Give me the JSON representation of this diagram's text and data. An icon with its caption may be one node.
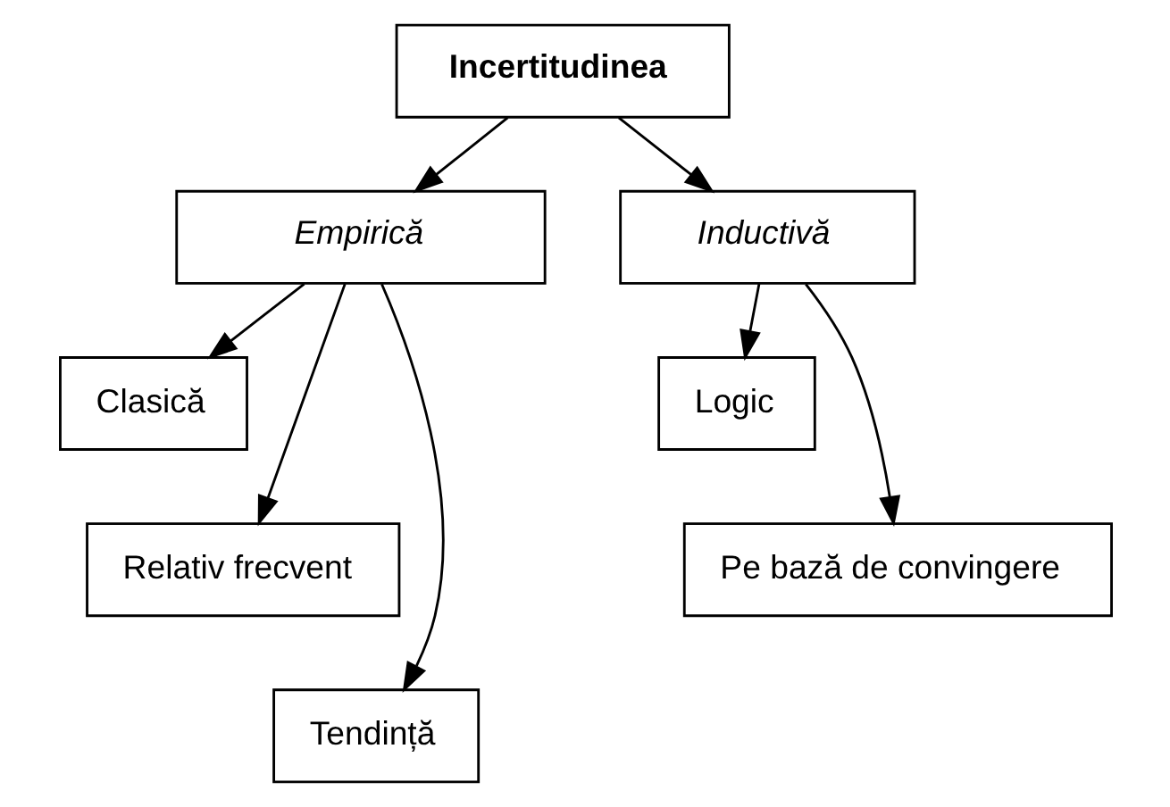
{
  "diagram": {
    "nodes": [
      {
        "text": [
          "Incertitudinea"
        ]
      },
      {
        "text": [
          "Empirică"
        ]
      },
      {
        "text": [
          "Inductivă"
        ]
      },
      {
        "text": [
          "Clasică"
        ]
      },
      {
        "text": [
          "Relativ frecvent"
        ]
      },
      {
        "text": [
          "Tendință"
        ]
      },
      {
        "text": [
          "Logic"
        ]
      },
      {
        "text": [
          "Pe bază de convingere"
        ]
      }
    ],
    "edges": [
      {
        "from": 0,
        "to": 1,
        "arrow": "to"
      },
      {
        "from": 0,
        "to": 2,
        "arrow": "to"
      },
      {
        "from": 1,
        "to": 3,
        "arrow": "to"
      },
      {
        "from": 1,
        "to": 4,
        "arrow": "to"
      },
      {
        "from": 1,
        "to": 5,
        "arrow": "to"
      },
      {
        "from": 2,
        "to": 6,
        "arrow": "to"
      },
      {
        "from": 2,
        "to": 7,
        "arrow": "to"
      }
    ]
  }
}
